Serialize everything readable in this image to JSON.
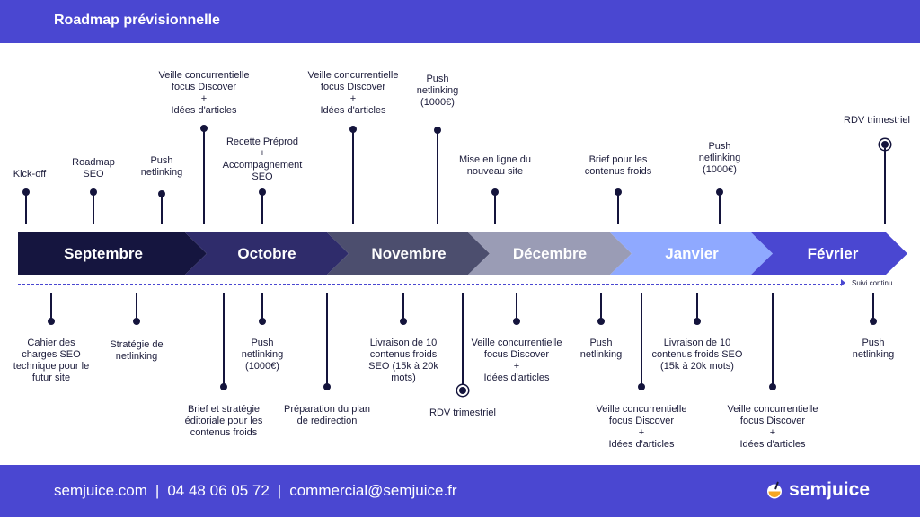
{
  "header": {
    "title": "Roadmap prévisionnelle"
  },
  "months": [
    "Septembre",
    "Octobre",
    "Novembre",
    "Décembre",
    "Janvier",
    "Février"
  ],
  "colors": {
    "brand": "#4a47d1",
    "months": [
      "#15153f",
      "#2f2c6b",
      "#4c4e6e",
      "#9a9cb5",
      "#8fa9ff",
      "#4a47d1"
    ]
  },
  "timeline": {
    "continuation_label": "Suivi continu"
  },
  "top_events": [
    {
      "text": "Kick-off",
      "marker": "dot"
    },
    {
      "text": "Roadmap\nSEO",
      "marker": "dot"
    },
    {
      "text": "Push\nnetlinking",
      "marker": "dot"
    },
    {
      "text": "Veille concurrentielle\nfocus Discover\n+\nIdées d'articles",
      "marker": "dot"
    },
    {
      "text": "Recette Préprod\n+\nAccompagnement\nSEO",
      "marker": "dot"
    },
    {
      "text": "Veille concurrentielle\nfocus Discover\n+\nIdées d'articles",
      "marker": "dot"
    },
    {
      "text": "Push\nnetlinking\n(1000€)",
      "marker": "dot"
    },
    {
      "text": "Mise en ligne du\nnouveau site",
      "marker": "dot"
    },
    {
      "text": "Brief pour les\ncontenus froids",
      "marker": "dot"
    },
    {
      "text": "Push\nnetlinking\n(1000€)",
      "marker": "dot"
    },
    {
      "text": "RDV trimestriel",
      "marker": "ring"
    }
  ],
  "bottom_events": [
    {
      "text": "Cahier des\ncharges SEO\ntechnique pour le\nfutur site",
      "marker": "dot"
    },
    {
      "text": "Stratégie de\nnetlinking",
      "marker": "dot"
    },
    {
      "text": "Brief et stratégie\néditoriale pour les\ncontenus froids",
      "marker": "dot"
    },
    {
      "text": "Push\nnetlinking\n(1000€)",
      "marker": "dot"
    },
    {
      "text": "Préparation du plan\nde redirection",
      "marker": "dot"
    },
    {
      "text": "Livraison de 10\ncontenus froids\nSEO (15k à 20k\nmots)",
      "marker": "dot"
    },
    {
      "text": "RDV trimestriel",
      "marker": "ring"
    },
    {
      "text": "Veille concurrentielle\nfocus Discover\n+\nIdées d'articles",
      "marker": "dot"
    },
    {
      "text": "Push\nnetlinking",
      "marker": "dot"
    },
    {
      "text": "Veille concurrentielle\nfocus Discover\n+\nIdées d'articles",
      "marker": "dot"
    },
    {
      "text": "Livraison de 10\ncontenus froids SEO\n(15k à 20k mots)",
      "marker": "dot"
    },
    {
      "text": "Veille concurrentielle\nfocus Discover\n+\nIdées d'articles",
      "marker": "dot"
    },
    {
      "text": "Push\nnetlinking",
      "marker": "dot"
    }
  ],
  "footer": {
    "website": "semjuice.com",
    "phone": "04 48 06 05 72",
    "email": "commercial@semjuice.fr",
    "separator": "|",
    "logo_text": "semjuice",
    "logo_icon": "juice-glass-icon"
  }
}
